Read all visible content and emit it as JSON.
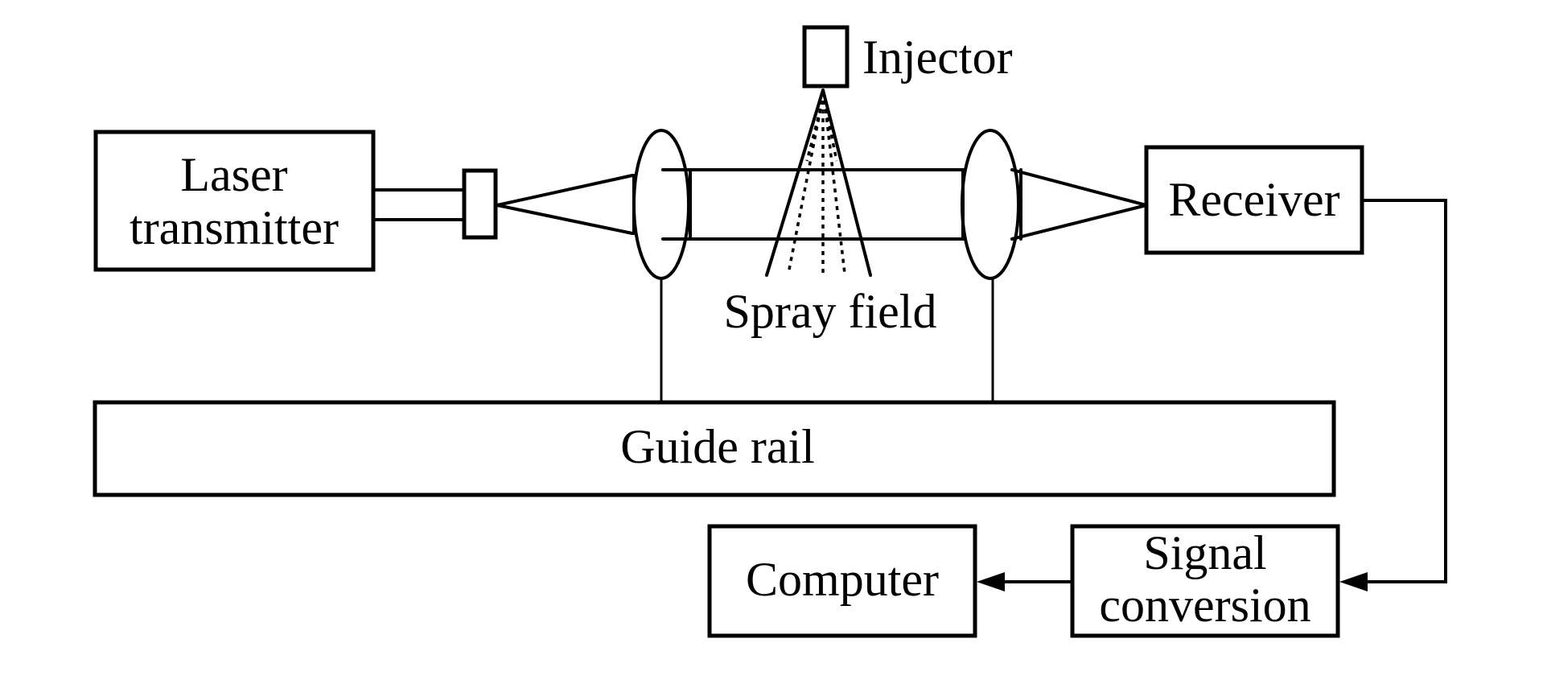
{
  "figure": {
    "type": "experimental setup schematic",
    "colors": {
      "stroke": "#000000",
      "background": "#ffffff"
    }
  },
  "components": {
    "laser_transmitter": {
      "lines": [
        "Laser",
        "transmitter"
      ]
    },
    "injector": {
      "label": "Injector"
    },
    "spray_field": {
      "label": "Spray field"
    },
    "receiver": {
      "label": "Receiver"
    },
    "guide_rail": {
      "label": "Guide rail"
    },
    "computer": {
      "label": "Computer"
    },
    "signal_conversion": {
      "lines": [
        "Signal",
        "conversion"
      ]
    }
  },
  "connections": [
    {
      "from": "Laser transmitter",
      "to": "Beam expander",
      "kind": "cable"
    },
    {
      "from": "Beam expander",
      "to": "Lens 1",
      "kind": "diverging beam"
    },
    {
      "from": "Lens 1",
      "to": "Lens 2",
      "kind": "collimated beam through spray field"
    },
    {
      "from": "Lens 2",
      "to": "Receiver",
      "kind": "converging beam"
    },
    {
      "from": "Receiver",
      "to": "Signal conversion",
      "kind": "arrow"
    },
    {
      "from": "Signal conversion",
      "to": "Computer",
      "kind": "arrow"
    },
    {
      "from": "Lens 1",
      "to": "Guide rail",
      "kind": "mount"
    },
    {
      "from": "Lens 2",
      "to": "Guide rail",
      "kind": "mount"
    }
  ]
}
